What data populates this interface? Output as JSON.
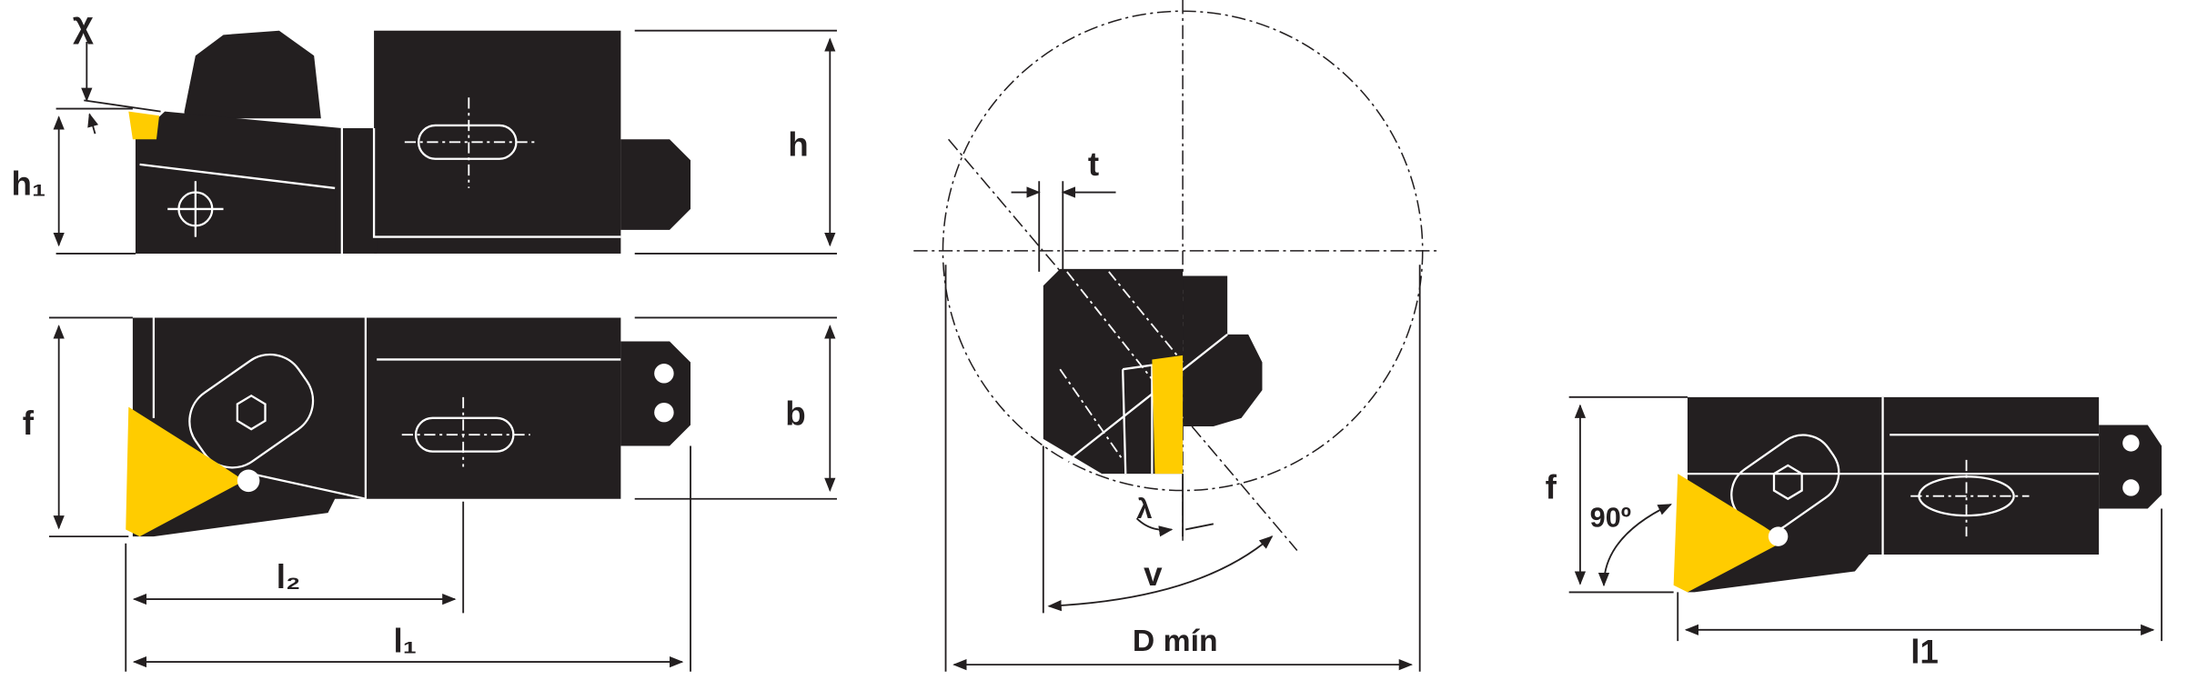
{
  "labels": {
    "gamma": "χ",
    "h1": "h₁",
    "h": "h",
    "f_left": "f",
    "b": "b",
    "l2": "l₂",
    "l1_left": "l₁",
    "t": "t",
    "lambda": "λ",
    "v": "v",
    "d_min": "D mín",
    "f_right": "f",
    "angle_90": "90º",
    "l1_right": "l1"
  },
  "colors": {
    "body": "#231f20",
    "insert": "#ffcc00"
  }
}
